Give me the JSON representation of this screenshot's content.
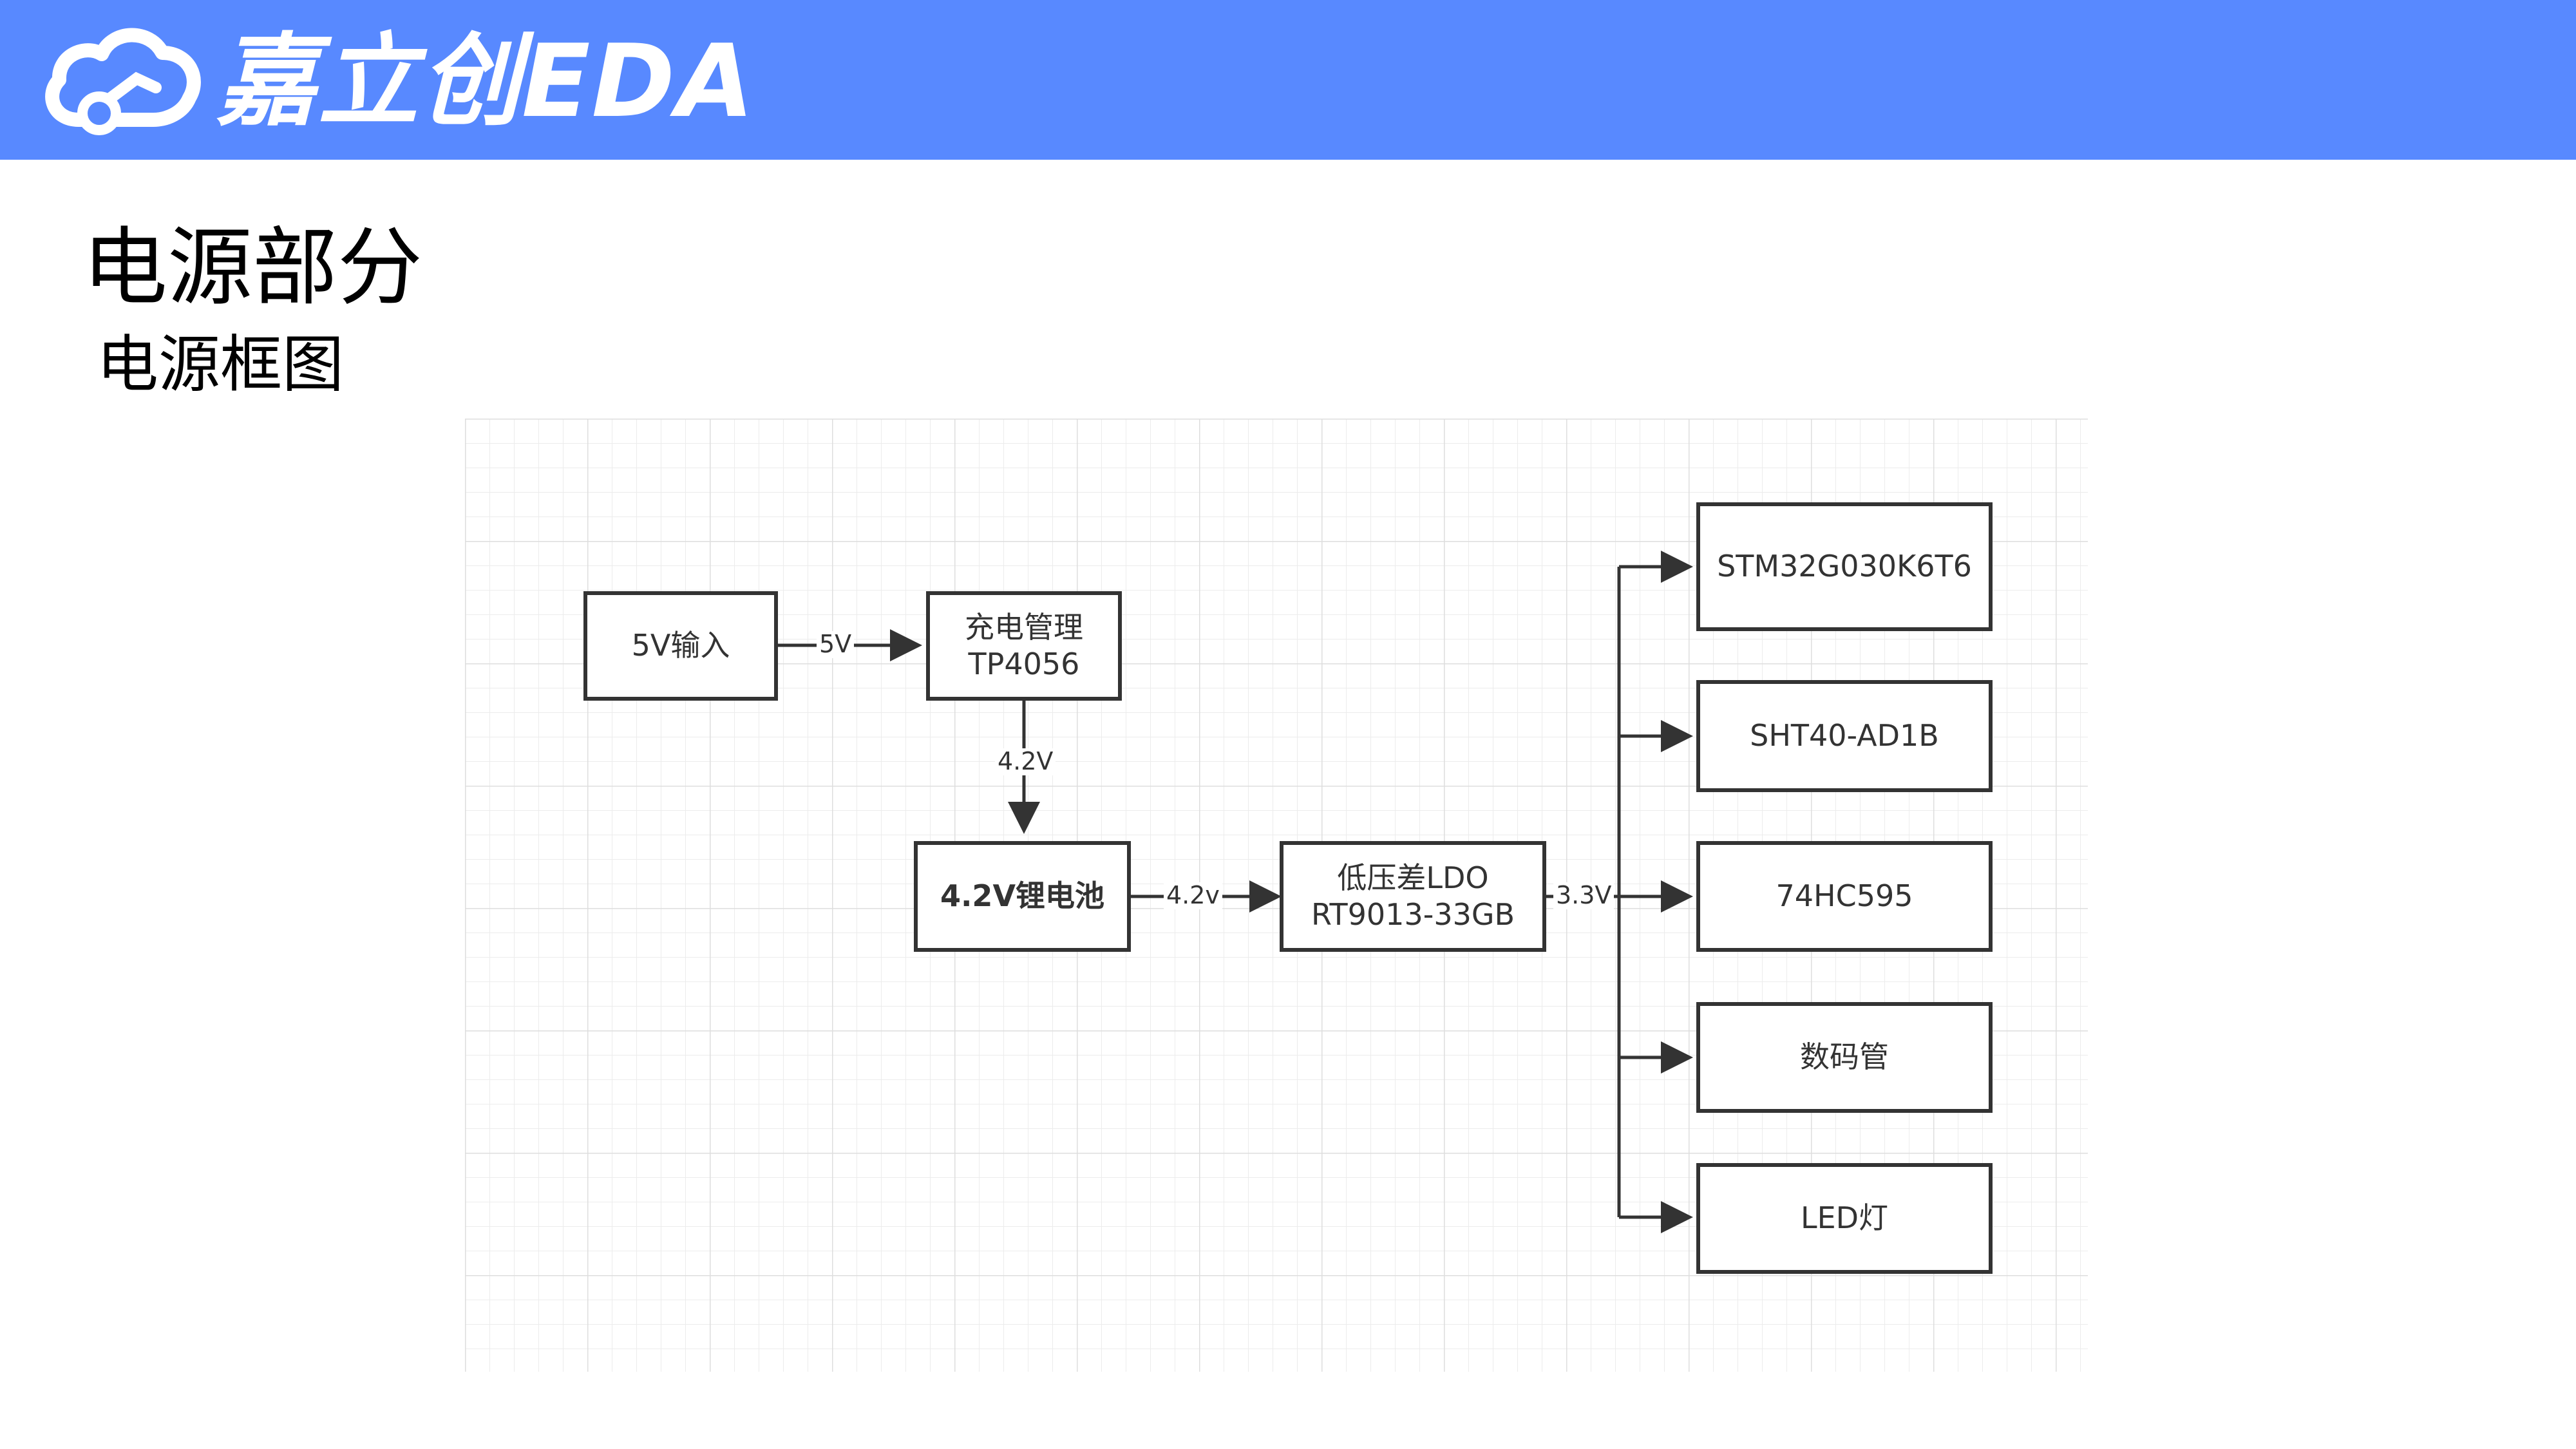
{
  "header": {
    "brand_text": "嘉立创EDA",
    "brand_icon": "cloud-logo-icon",
    "bar_color": "#5889ff"
  },
  "page": {
    "title": "电源部分",
    "subtitle": "电源框图"
  },
  "diagram": {
    "nodes": {
      "input_5v": "5V输入",
      "charger_line1": "充电管理",
      "charger_line2": "TP4056",
      "battery": "4.2V锂电池",
      "ldo_line1": "低压差LDO",
      "ldo_line2": "RT9013-33GB",
      "mcu": "STM32G030K6T6",
      "sensor": "SHT40-AD1B",
      "shift_register": "74HC595",
      "display": "数码管",
      "led": "LED灯"
    },
    "edges": {
      "input_to_charger": "5V",
      "charger_to_battery": "4.2V",
      "battery_to_ldo": "4.2v",
      "ldo_to_loads": "3.3V"
    }
  }
}
